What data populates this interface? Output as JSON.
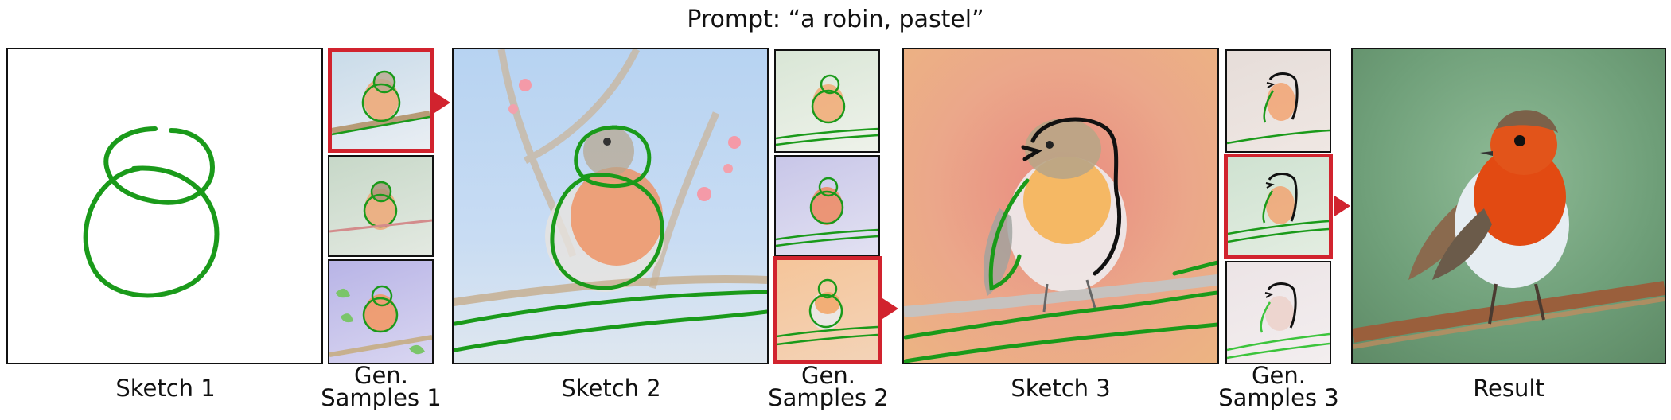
{
  "prompt": "Prompt: “a robin, pastel”",
  "labels": {
    "sketch1": "Sketch 1",
    "samples1_line1": "Gen.",
    "samples1_line2": "Samples 1",
    "sketch2": "Sketch 2",
    "samples2_line1": "Gen.",
    "samples2_line2": "Samples 2",
    "sketch3": "Sketch 3",
    "samples3_line1": "Gen.",
    "samples3_line2": "Samples 3",
    "result": "Result"
  },
  "colors": {
    "stroke_green": "#1a9a1a",
    "stroke_black": "#111111",
    "highlight_red": "#d1232e"
  }
}
